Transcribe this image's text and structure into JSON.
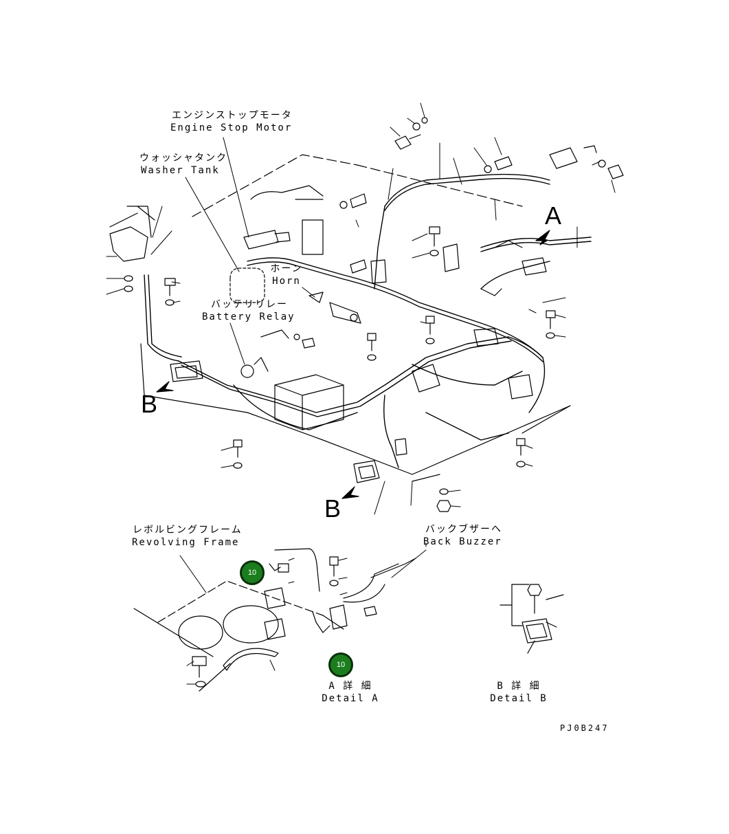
{
  "labels": {
    "engine_stop_motor_jp": "エンジンストップモータ",
    "engine_stop_motor_en": "Engine Stop Motor",
    "washer_tank_jp": "ウォッシャタンク",
    "washer_tank_en": "Washer Tank",
    "horn_jp": "ホーン",
    "horn_en": "Horn",
    "battery_relay_jp": "バッテリリレー",
    "battery_relay_en": "Battery Relay",
    "revolving_frame_jp": "レボルビングフレーム",
    "revolving_frame_en": "Revolving Frame",
    "back_buzzer_jp": "バックブザーへ",
    "back_buzzer_en": "Back Buzzer",
    "detail_a_jp": "A 詳 細",
    "detail_a_en": "Detail A",
    "detail_b_jp": "B 詳 細",
    "detail_b_en": "Detail B"
  },
  "view_letters": {
    "a": "A",
    "b_left": "B",
    "b_bottom": "B"
  },
  "callouts": [
    {
      "label": "10"
    },
    {
      "label": "10"
    }
  ],
  "drawing_code": "PJ0B247"
}
